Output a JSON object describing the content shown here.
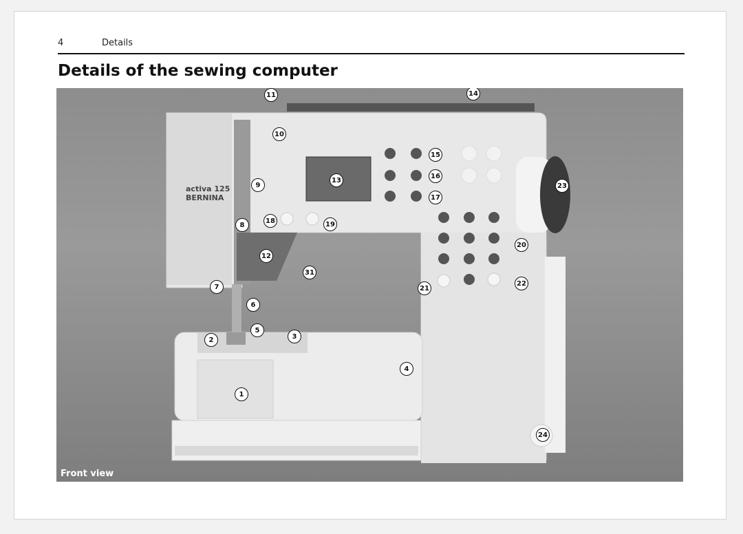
{
  "header": {
    "page_number": "4",
    "section": "Details"
  },
  "title": "Details of the sewing computer",
  "figure": {
    "caption": "Front view",
    "brand": {
      "model": "activa 125",
      "maker": "BERNINA"
    },
    "callouts": [
      "1",
      "2",
      "3",
      "4",
      "5",
      "6",
      "7",
      "8",
      "9",
      "10",
      "11",
      "12",
      "13",
      "14",
      "15",
      "16",
      "17",
      "18",
      "19",
      "20",
      "21",
      "22",
      "23",
      "24",
      "31"
    ]
  }
}
